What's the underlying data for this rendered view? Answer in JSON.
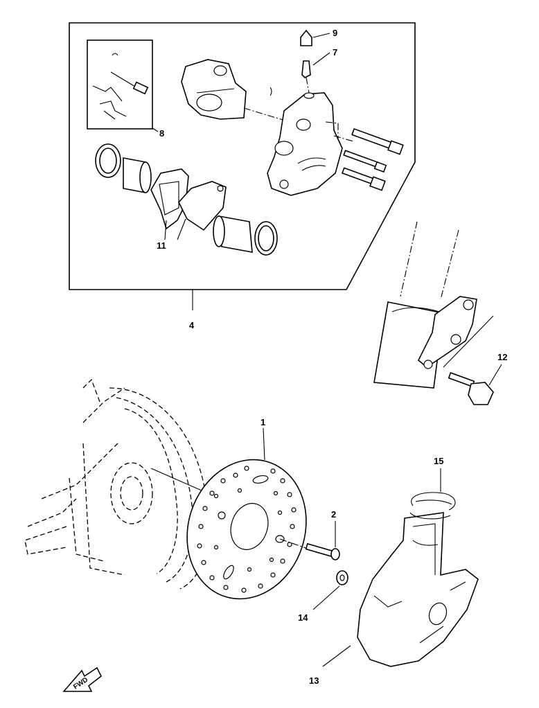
{
  "diagram": {
    "callouts": [
      {
        "id": "c1",
        "text": "1"
      },
      {
        "id": "c2",
        "text": "2"
      },
      {
        "id": "c4",
        "text": "4"
      },
      {
        "id": "c7",
        "text": "7"
      },
      {
        "id": "c8",
        "text": "8"
      },
      {
        "id": "c9",
        "text": "9"
      },
      {
        "id": "c11",
        "text": "11"
      },
      {
        "id": "c12",
        "text": "12"
      },
      {
        "id": "c13",
        "text": "13"
      },
      {
        "id": "c14",
        "text": "14"
      },
      {
        "id": "c15",
        "text": "15"
      }
    ],
    "fwd_label": "FWD"
  }
}
